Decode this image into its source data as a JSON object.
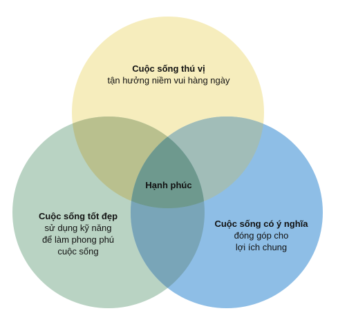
{
  "diagram": {
    "type": "venn",
    "colors": {
      "top": "#f6edbd",
      "left": "#b9d3c3",
      "right": "#8ebee6",
      "top_left_overlap": "#b9c08e",
      "top_right_overlap": "#a1bdb8",
      "left_right_overlap": "#79a5b8",
      "center_overlap": "#6e998e"
    },
    "circles": [
      {
        "id": "top",
        "title": "Cuộc sống thú vị",
        "lines": [
          "tận hưởng niềm vui hàng ngày"
        ]
      },
      {
        "id": "left",
        "title": "Cuộc sống tốt đẹp",
        "lines": [
          "sử dụng kỹ năng",
          "để làm phong phú",
          "cuộc sống"
        ]
      },
      {
        "id": "right",
        "title": "Cuộc sống có ý nghĩa",
        "lines": [
          "đóng góp cho",
          "lợi ích chung"
        ]
      }
    ],
    "center_label": "Hạnh phúc"
  }
}
